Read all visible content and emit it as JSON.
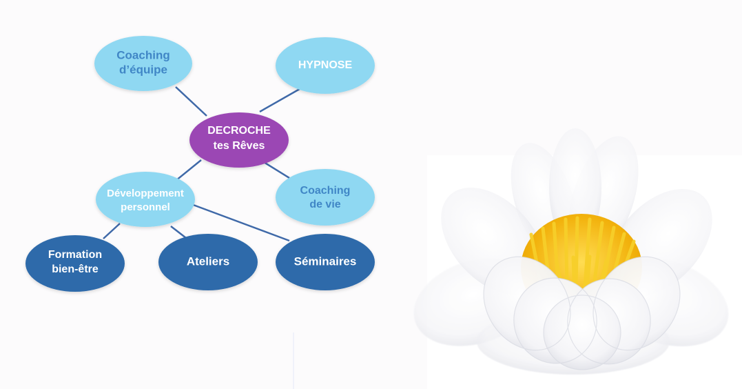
{
  "diagram": {
    "center": {
      "line1": "DECROCHE",
      "line2": "tes Rêves"
    },
    "nodes": {
      "coaching_equipe": {
        "line1": "Coaching",
        "line2": "d’équipe"
      },
      "hypnose": {
        "line1": "HYPNOSE"
      },
      "developpement": {
        "line1": "Développement",
        "line2": "personnel"
      },
      "coaching_vie": {
        "line1": "Coaching",
        "line2": "de vie"
      },
      "formation": {
        "line1": "Formation",
        "line2": "bien-être"
      },
      "ateliers": {
        "line1": "Ateliers"
      },
      "seminaires": {
        "line1": "Séminaires"
      }
    }
  },
  "colors": {
    "light_blue": "#8fd8f2",
    "dark_blue": "#2f6aaa",
    "purple": "#9b47b4",
    "connector": "#3f69a8",
    "light_text": "#3f86c6",
    "white_text": "#ffffff",
    "flower_yellow": "#f5c21a"
  },
  "illustration": {
    "name": "white-lotus-flower"
  }
}
